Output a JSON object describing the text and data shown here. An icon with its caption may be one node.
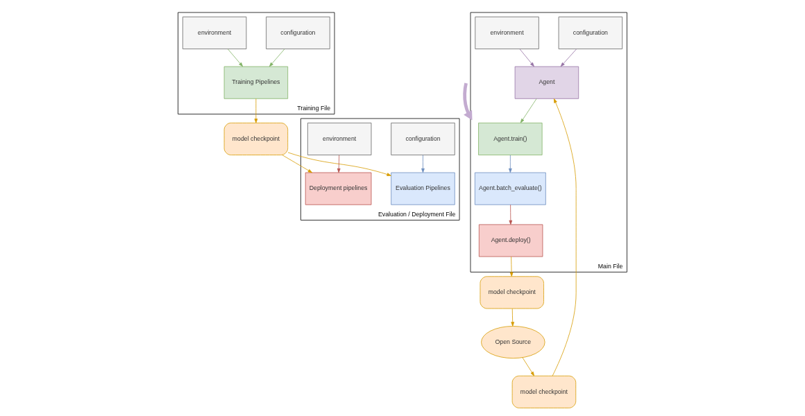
{
  "diagram": {
    "nodes": [
      {
        "text": [
          "Training File"
        ]
      },
      {
        "text": [
          "configuration"
        ],
        "in": 0
      },
      {
        "text": [
          "environment"
        ],
        "in": 0
      },
      {
        "text": [
          "Training Pipelines"
        ],
        "in": 0
      },
      {
        "text": [
          "model checkpoint"
        ]
      },
      {
        "text": [
          "Evaluation / Deployment File"
        ]
      },
      {
        "text": [
          "configuration"
        ],
        "in": 5
      },
      {
        "text": [
          "environment"
        ],
        "in": 5
      },
      {
        "text": [
          "Evaluation Pipelines"
        ],
        "in": 5
      },
      {
        "text": [
          "Deployment pipelines"
        ],
        "in": 5
      },
      {
        "text": [
          "Main File"
        ]
      },
      {
        "text": [
          "configuration"
        ],
        "in": 10
      },
      {
        "text": [
          "environment"
        ],
        "in": 10
      },
      {
        "text": [
          "Agent"
        ],
        "in": 10
      },
      {
        "text": [
          "Agent.train()"
        ],
        "in": 10
      },
      {
        "text": [
          "Agent.batch_evaluate()"
        ],
        "in": 10
      },
      {
        "text": [
          "Agent.deploy()"
        ],
        "in": 10
      },
      {
        "text": [
          "model checkpoint"
        ]
      },
      {
        "text": [
          "model checkpoint"
        ]
      },
      {
        "text": [
          "Open Source"
        ]
      }
    ],
    "edges": [
      {
        "from": 1,
        "to": 3,
        "arrow": "to",
        "color": "#82b366"
      },
      {
        "from": 2,
        "to": 3,
        "arrow": "to",
        "color": "#82b366"
      },
      {
        "from": 3,
        "to": 4,
        "arrow": "to",
        "color": "#d79b00"
      },
      {
        "from": 4,
        "to": 8,
        "arrow": "to",
        "color": "#d79b00"
      },
      {
        "from": 4,
        "to": 9,
        "arrow": "to",
        "color": "#d79b00"
      },
      {
        "from": 6,
        "to": 8,
        "arrow": "to",
        "color": "#6c8ebf"
      },
      {
        "from": 7,
        "to": 9,
        "arrow": "to",
        "color": "#b85450"
      },
      {
        "from": null,
        "to": 10,
        "arrow": "to",
        "style": "thick",
        "color": "#c3abd0"
      },
      {
        "from": 11,
        "to": 13,
        "arrow": "to",
        "color": "#9673a6"
      },
      {
        "from": 12,
        "to": 13,
        "arrow": "to",
        "color": "#9673a6"
      },
      {
        "from": 13,
        "to": 14,
        "arrow": "to",
        "color": "#82b366"
      },
      {
        "from": 14,
        "to": 15,
        "arrow": "to",
        "color": "#6c8ebf"
      },
      {
        "from": 15,
        "to": 16,
        "arrow": "to",
        "color": "#b85450"
      },
      {
        "from": 16,
        "to": 17,
        "arrow": "to",
        "color": "#d79b00"
      },
      {
        "from": 17,
        "to": 19,
        "arrow": "to",
        "color": "#d79b00"
      },
      {
        "from": 19,
        "to": 18,
        "arrow": "to",
        "color": "#d79b00"
      },
      {
        "from": 18,
        "to": 13,
        "arrow": "to",
        "color": "#d79b00"
      }
    ]
  }
}
